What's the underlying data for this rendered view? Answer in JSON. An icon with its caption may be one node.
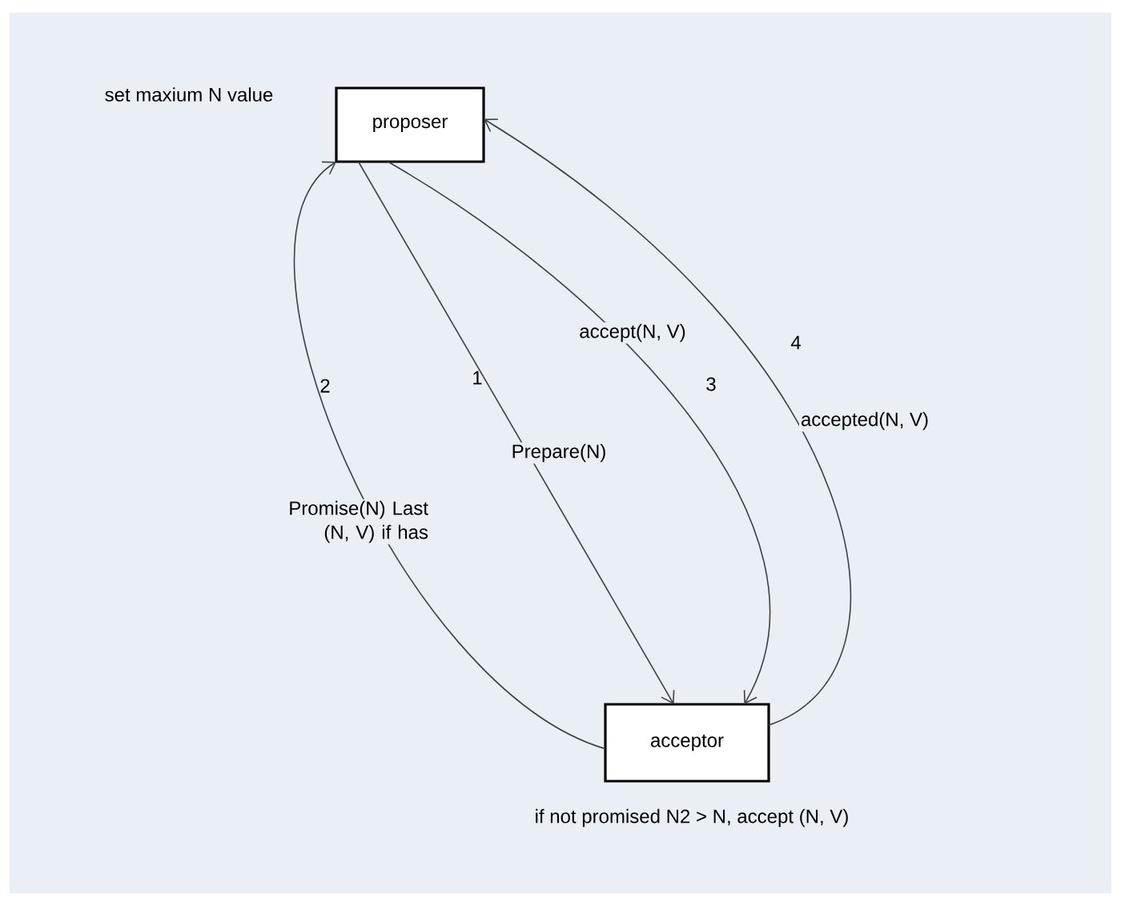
{
  "diagram": {
    "nodes": [
      {
        "text": [
          "proposer"
        ],
        "beside": [
          "set maxium N value"
        ]
      },
      {
        "text": [
          "acceptor"
        ],
        "beside": [
          "if not promised N2 > N, accept (N, V)"
        ]
      }
    ],
    "edges": [
      {
        "from": 0,
        "to": 1,
        "arrow": "to",
        "label": "Prepare(N)"
      },
      {
        "from": 1,
        "to": 0,
        "arrow": "to",
        "label": "Promise(N) Last (N, V) if has"
      },
      {
        "from": 0,
        "to": 1,
        "arrow": "to",
        "label": "accept(N, V)"
      },
      {
        "from": 1,
        "to": 0,
        "arrow": "to",
        "label": "accepted(N, V)"
      }
    ],
    "labels": [
      "2",
      "1",
      "3",
      "4"
    ]
  }
}
